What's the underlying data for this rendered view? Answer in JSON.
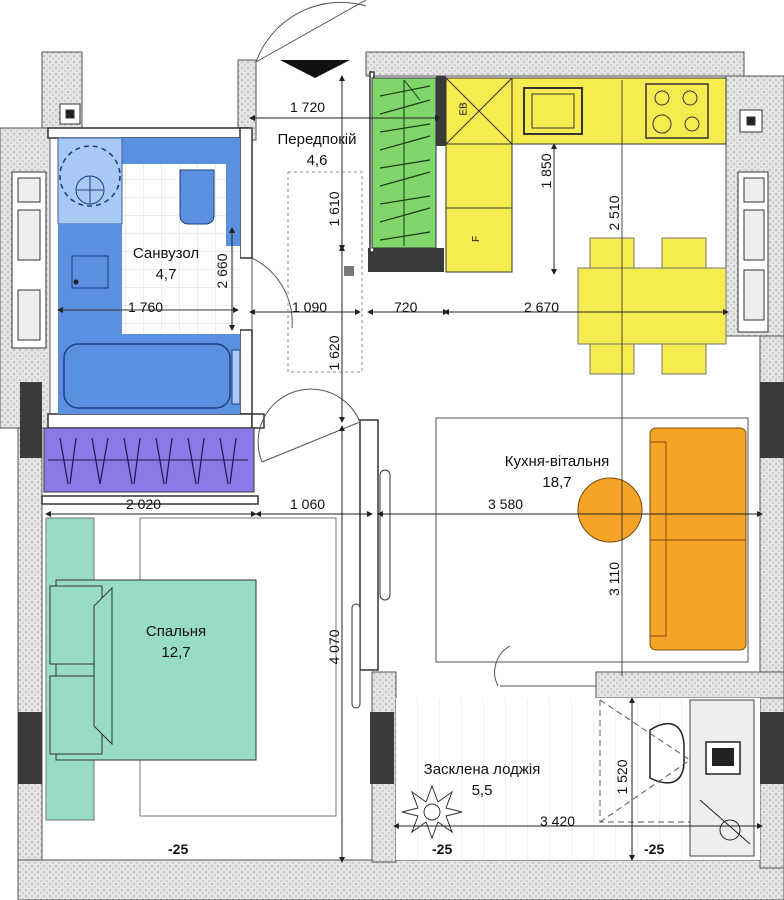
{
  "rooms": {
    "hallway": {
      "name": "Передпокій",
      "area": "4,6"
    },
    "bathroom": {
      "name": "Санвузол",
      "area": "4,7"
    },
    "kitchen_living": {
      "name": "Кухня-вітальня",
      "area": "18,7"
    },
    "bedroom": {
      "name": "Спальня",
      "area": "12,7"
    },
    "loggia": {
      "name": "Засклена лоджія",
      "area": "5,5"
    }
  },
  "dimensions": {
    "hall_width": "1 720",
    "hall_len_top": "1 610",
    "hall_len_bottom": "1 620",
    "bath_width": "1 760",
    "bath_height": "2 660",
    "hall_gap": "1 090",
    "kitchen_gap": "720",
    "kitchen_width": "2 670",
    "kitchen_counter": "1 850",
    "kitchen_height": "2 510",
    "bedroom_width": "2 020",
    "bedroom_door": "1 060",
    "living_width": "3 580",
    "living_height": "3 110",
    "bedroom_height": "4 070",
    "loggia_height": "1 520",
    "loggia_width": "3 420"
  },
  "levels": {
    "bedroom": "-25",
    "loggia": "-25",
    "loggia_right": "-25"
  },
  "appliances": {
    "eb": "EB",
    "fridge": "F"
  },
  "colors": {
    "bath_blue": "#5b8fe0",
    "bath_light": "#a9c9f5",
    "wardrobe_green": "#80d66b",
    "wardrobe_purple": "#8a79e6",
    "kitchen_yellow": "#f7ec4f",
    "sofa_orange": "#f6a428",
    "bed_teal": "#98dcc4",
    "wall_dark": "#3a3a3a",
    "wall_hatch": "#cfcfcf"
  }
}
